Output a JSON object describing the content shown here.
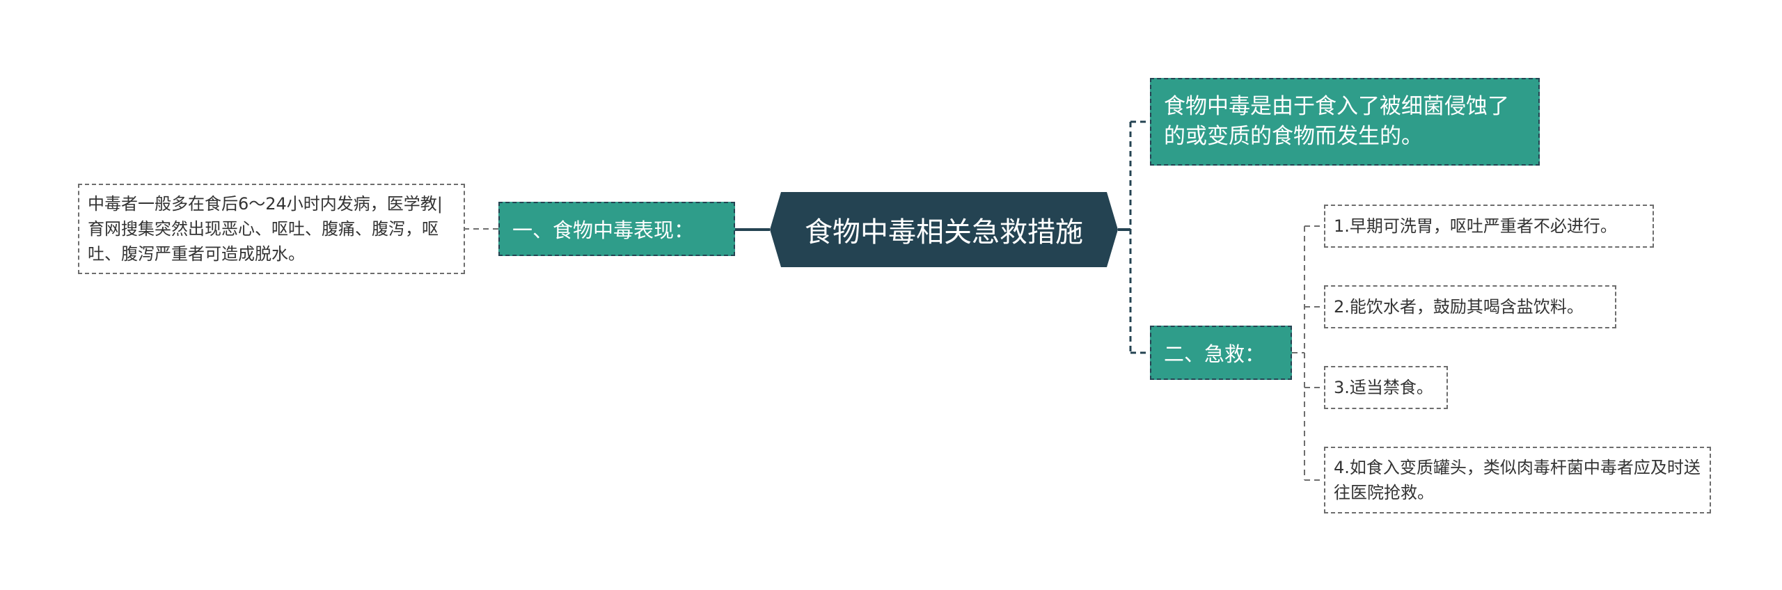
{
  "mindmap": {
    "root": "食物中毒相关急救措施",
    "branches": [
      {
        "label": "一、食物中毒表现：",
        "children": [
          "中毒者一般多在食后6～24小时内发病，医学教|育网搜集突然出现恶心、呕吐、腹痛、腹泻，呕吐、腹泻严重者可造成脱水。"
        ]
      },
      {
        "label": "食物中毒是由于食入了被细菌侵蚀了的或变质的食物而发生的。",
        "children": []
      },
      {
        "label": "二、急救：",
        "children": [
          "1.早期可洗胃，呕吐严重者不必进行。",
          "2.能饮水者，鼓励其喝含盐饮料。",
          "3.适当禁食。",
          "4.如食入变质罐头，类似肉毒杆菌中毒者应及时送往医院抢救。"
        ]
      }
    ]
  },
  "colors": {
    "root_fill": "#244352",
    "branch_fill": "#2f9d8a",
    "connector": "#244352",
    "leaf_border": "#6d6d6d",
    "leaf_text": "#333333"
  }
}
